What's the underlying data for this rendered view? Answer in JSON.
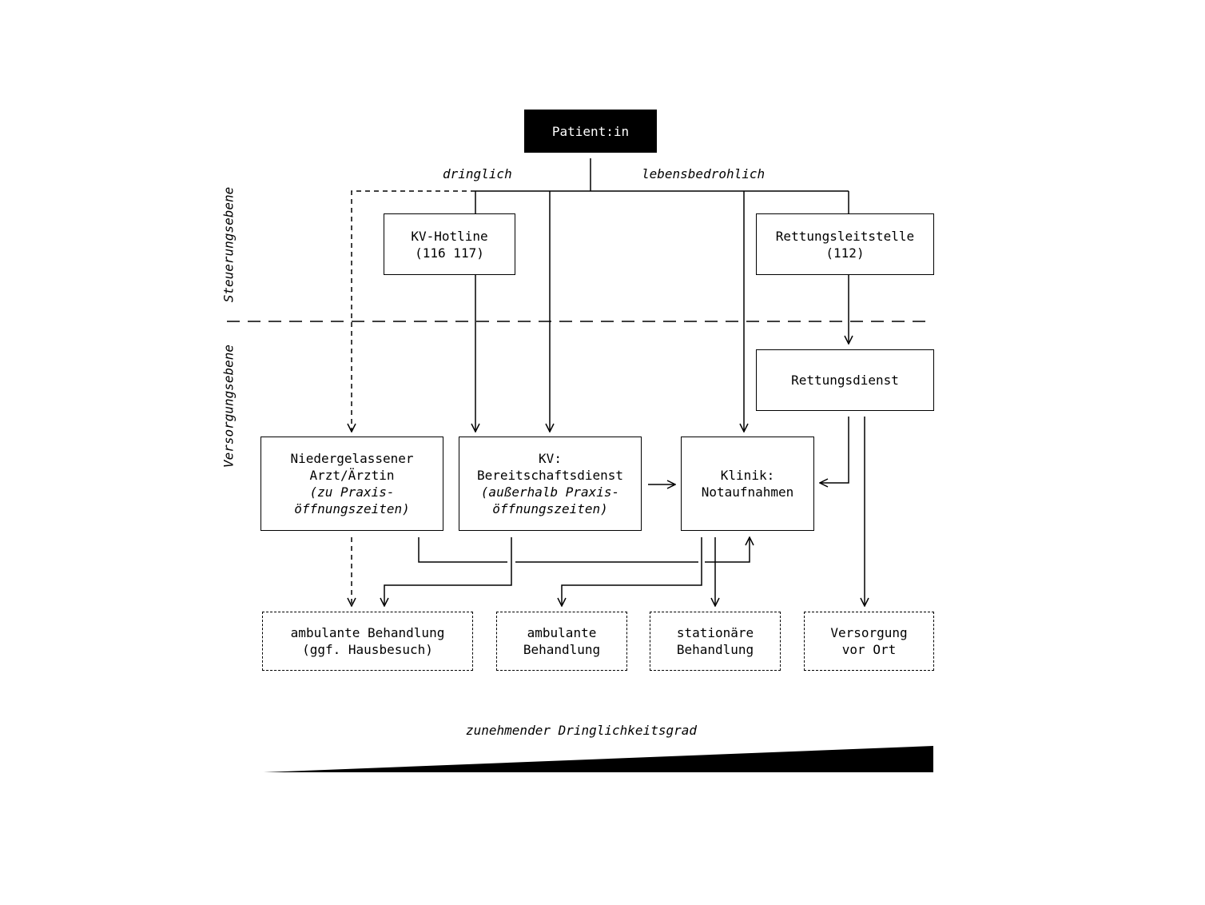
{
  "nodes": {
    "patient": {
      "label": "Patient:in"
    },
    "kv_hotline": {
      "line1": "KV-Hotline",
      "line2": "(116 117)"
    },
    "rettungsleitstelle": {
      "line1": "Rettungsleitstelle",
      "line2": "(112)"
    },
    "rettungsdienst": {
      "label": "Rettungsdienst"
    },
    "niedergelassener": {
      "line1": "Niedergelassener",
      "line2": "Arzt/Ärztin",
      "line3": "(zu Praxis-",
      "line4": "öffnungszeiten)"
    },
    "kv_bereitschaft": {
      "line1": "KV:",
      "line2": "Bereitschaftsdienst",
      "line3": "(außerhalb Praxis-",
      "line4": "öffnungszeiten)"
    },
    "klinik": {
      "line1": "Klinik:",
      "line2": "Notaufnahmen"
    }
  },
  "outcomes": {
    "ambulant_hausbesuch": {
      "line1": "ambulante Behandlung",
      "line2": "(ggf. Hausbesuch)"
    },
    "ambulant": {
      "line1": "ambulante",
      "line2": "Behandlung"
    },
    "stationaer": {
      "line1": "stationäre",
      "line2": "Behandlung"
    },
    "vor_ort": {
      "line1": "Versorgung",
      "line2": "vor Ort"
    }
  },
  "edge_labels": {
    "dringlich": "dringlich",
    "lebensbedrohlich": "lebensbedrohlich"
  },
  "levels": {
    "steuerung": "Steuerungsebene",
    "versorgung": "Versorgungsebene"
  },
  "urgency": {
    "label": "zunehmender Dringlichkeitsgrad"
  }
}
